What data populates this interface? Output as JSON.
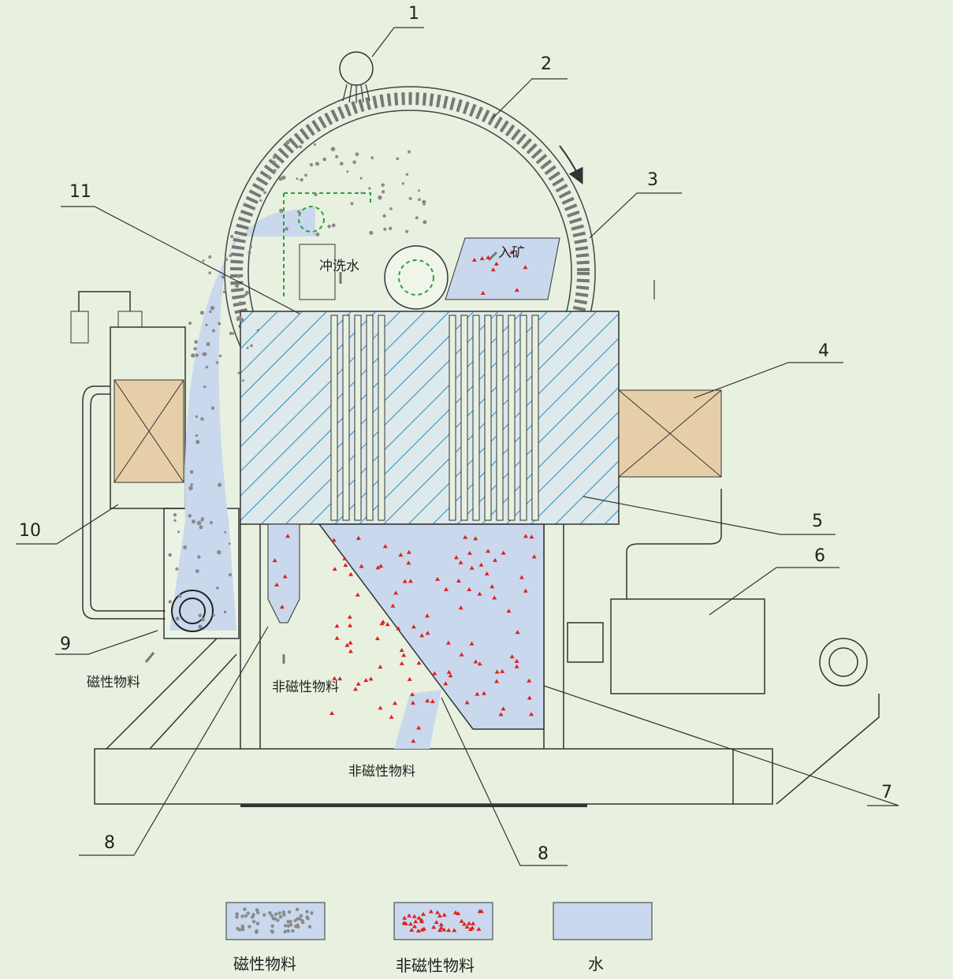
{
  "callouts": {
    "n1": "1",
    "n2": "2",
    "n3": "3",
    "n4": "4",
    "n5": "5",
    "n6": "6",
    "n7": "7",
    "n8a": "8",
    "n8b": "8",
    "n9": "9",
    "n10": "10",
    "n11": "11"
  },
  "labels": {
    "rinse_water": "冲洗水",
    "feed": "入矿",
    "magnetic_out": "磁性物料",
    "nonmagnetic_out": "非磁性物料",
    "tank": "非磁性物料"
  },
  "legend": [
    {
      "label": "磁性物料"
    },
    {
      "label": "非磁性物料"
    },
    {
      "label": "水"
    }
  ],
  "colors": {
    "background": "#e8f1e0",
    "water": "#c9d8ec",
    "magnetic_dot": "#8a8a8a",
    "nonmagnetic_mark": "#e02020",
    "coil": "#e6cfa8",
    "pole_hatch": "#2a8bc4",
    "dashed_green": "#2aa040"
  }
}
